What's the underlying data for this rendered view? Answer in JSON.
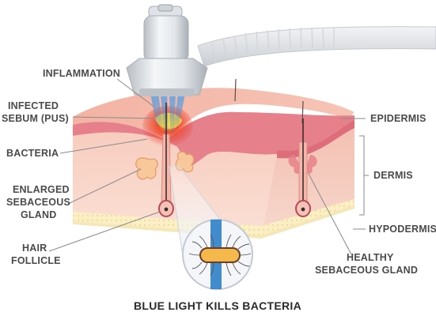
{
  "labels": {
    "inflammation": "INFLAMMATION",
    "infected_sebum_line1": "INFECTED",
    "infected_sebum_line2": "SEBUM (PUS)",
    "bacteria": "BACTERIA",
    "enlarged_line1": "ENLARGED",
    "enlarged_line2": "SEBACEOUS",
    "enlarged_line3": "GLAND",
    "hair_line1": "HAIR",
    "hair_line2": "FOLLICLE",
    "epidermis": "EPIDERMIS",
    "dermis": "DERMIS",
    "hypodermis": "HYPODERMIS",
    "healthy_line1": "HEALTHY",
    "healthy_line2": "SEBACEOUS GLAND"
  },
  "caption": "BLUE LIGHT KILLS BACTERIA",
  "colors": {
    "skin_top": "#f4b8a8",
    "epidermis_band": "#e6808a",
    "dermis": "#f7cfc4",
    "hypodermis": "#fbeec2",
    "gland": "#f8c79a",
    "blue_light": "#2f7fc8",
    "inflammation": "#e8322a",
    "label_text": "#4a4a4a"
  },
  "icons": [
    "light-device-icon",
    "hose-icon",
    "bacterium-icon"
  ]
}
